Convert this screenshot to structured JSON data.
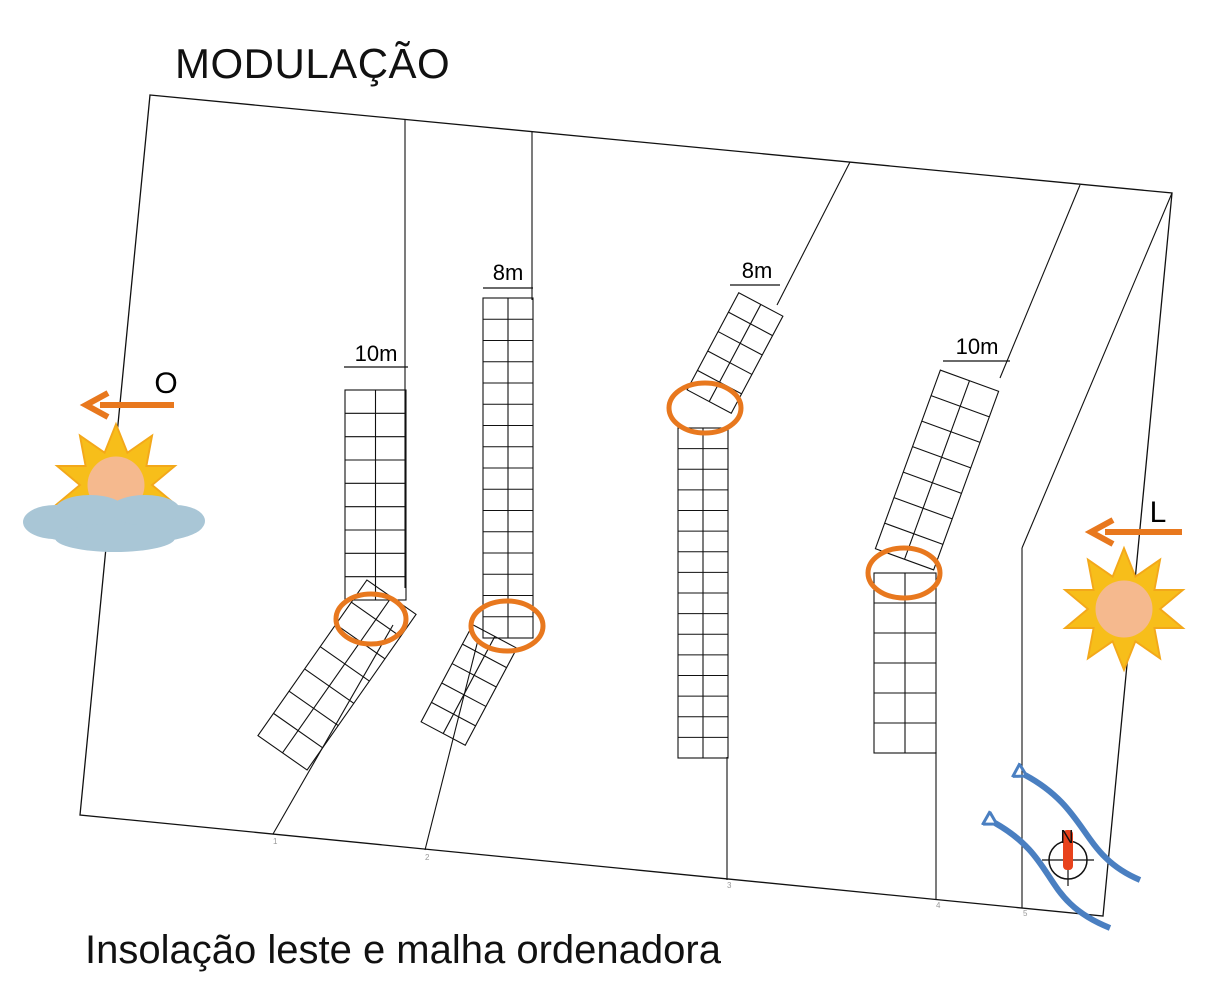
{
  "title": "MODULAÇÃO",
  "caption": "Insolação leste e malha ordenadora",
  "directions": {
    "west": "O",
    "east": "L",
    "north": "N"
  },
  "modules": [
    {
      "id": "m1",
      "label": "10m"
    },
    {
      "id": "m2",
      "label": "8m"
    },
    {
      "id": "m3",
      "label": "8m"
    },
    {
      "id": "m4",
      "label": "10m"
    }
  ],
  "axis_numbers": [
    "1",
    "2",
    "3",
    "4",
    "5"
  ],
  "icons": {
    "sun_west": "sun-with-cloud-icon",
    "sun_east": "sun-icon",
    "compass": "north-compass-icon",
    "wind": "wind-arrows-icon",
    "arrow": "direction-arrow-icon"
  },
  "colors": {
    "accent_orange": "#E8781E",
    "sun_yellow": "#F7BE1A",
    "sun_core": "#F5B98E",
    "cloud": "#A9C6D6",
    "wind_blue": "#4A7FC1",
    "compass_red": "#E8421C",
    "line": "#111111"
  }
}
